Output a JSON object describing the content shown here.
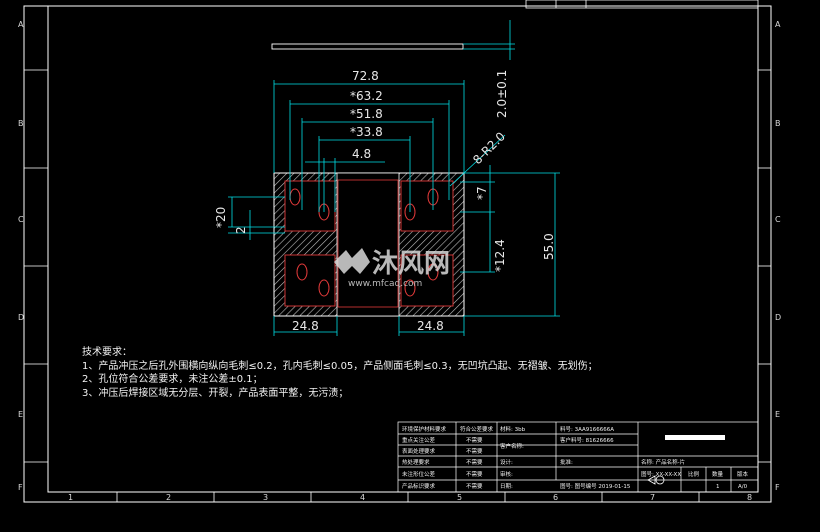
{
  "dimensions": {
    "overall_width": "72.8",
    "outer_holes": "*63.2",
    "inner_holes": "*51.8",
    "hole_center": "*33.8",
    "slot_width": "4.8",
    "radius": "8-R2.0",
    "thickness": "2.0±0.1",
    "slot_height": "*7",
    "left_height": "*20",
    "left_small": "2",
    "right_mid": "*12.4",
    "total_height": "55.0",
    "bottom_left": "24.8",
    "bottom_right": "24.8"
  },
  "notes": {
    "heading": "技术要求：",
    "line1": "1、产品冲压之后孔外围横向纵向毛刺≤0.2，孔内毛刺≤0.05，产品侧面毛刺≤0.3，无凹坑凸起、无褶皱、无划伤；",
    "line2": "2、孔位符合公差要求，未注公差±0.1；",
    "line3": "3、冲压后焊接区域无分层、开裂，产品表面平整，无污渍；"
  },
  "watermark": {
    "brand": "沐风网",
    "url": "www.mfcad.com"
  },
  "grid": {
    "rows": [
      "A",
      "B",
      "C",
      "D",
      "E",
      "F"
    ],
    "cols": [
      "1",
      "2",
      "3",
      "4",
      "5",
      "6",
      "7",
      "8"
    ]
  },
  "title_block": {
    "left_rows": [
      "环境保护材料要求",
      "重点关注公差",
      "表面处理要求",
      "热处理要求",
      "未注形位公差",
      "产品标识要求"
    ],
    "left_values": [
      "符合公差要求",
      "不需要",
      "不需要",
      "不需要",
      "不需要",
      "不需要"
    ],
    "material": "材料: 3bb",
    "cust_name": "客户名称:",
    "design": "设计:",
    "review": "审核:",
    "date_label": "日期:",
    "part_no": "料号: 3AA9166666A",
    "cust_part": "客户料号: 81626666",
    "approve": "批准:",
    "drawing": "图号: 图号编号 2019-01-15",
    "product": "名称: 产品名称-片",
    "drawing_no": "图号: XX-XX-XX",
    "scale_label": "比例",
    "qty_label": "数量",
    "rev_label": "版本",
    "qty": "1",
    "rev": "A/0"
  },
  "colors": {
    "cyan": "#00e0e8",
    "red": "#e23a3a",
    "frame": "#ffffff",
    "hatch": "#cfcfcf"
  }
}
